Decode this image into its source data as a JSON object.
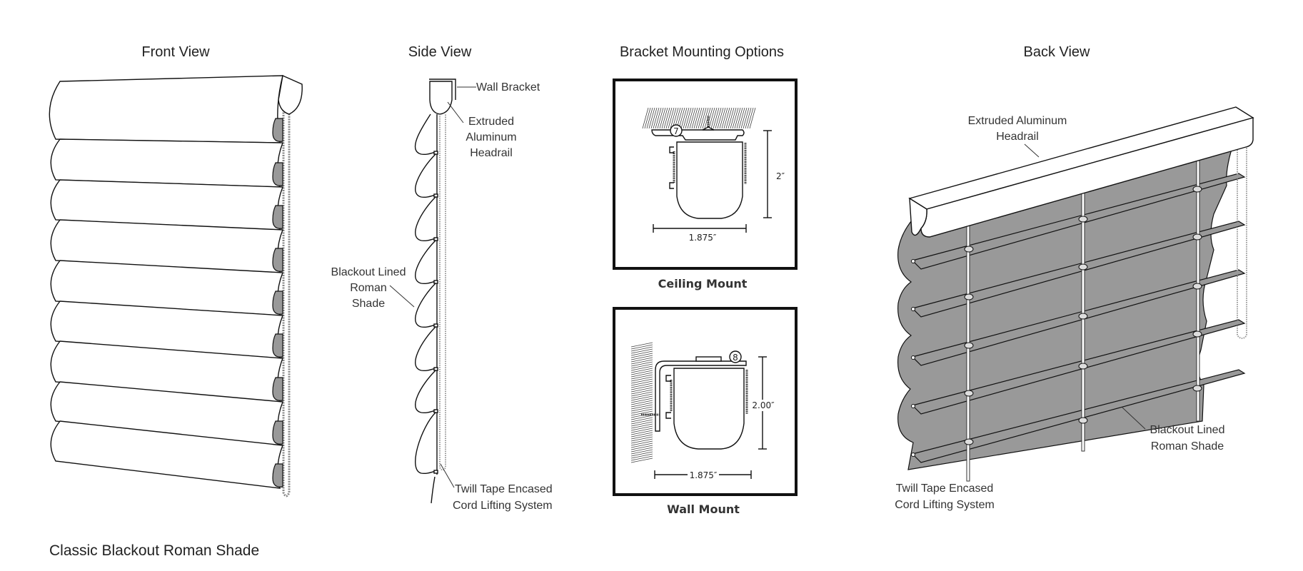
{
  "caption": "Classic Blackout Roman Shade",
  "views": {
    "front": {
      "title": "Front View",
      "panel_count": 9
    },
    "side": {
      "title": "Side View",
      "labels": {
        "wall_bracket": "Wall Bracket",
        "headrail": [
          "Extruded",
          "Aluminum",
          "Headrail"
        ],
        "shade": [
          "Blackout Lined",
          "Roman",
          "Shade"
        ],
        "cord": [
          "Twill Tape Encased",
          "Cord Lifting System"
        ]
      }
    },
    "brackets": {
      "title": "Bracket Mounting Options",
      "ceiling": {
        "caption": "Ceiling Mount",
        "badge": "7",
        "height_dim": "2″",
        "width_dim": "1.875″"
      },
      "wall": {
        "caption": "Wall Mount",
        "badge": "8",
        "height_dim": "2.00″",
        "width_dim": "1.875″"
      }
    },
    "back": {
      "title": "Back View",
      "labels": {
        "headrail": [
          "Extruded Aluminum",
          "Headrail"
        ],
        "shade": [
          "Blackout Lined",
          "Roman Shade"
        ],
        "cord": [
          "Twill Tape Encased",
          "Cord Lifting System"
        ]
      }
    }
  },
  "colors": {
    "fabric_gray": "#999999",
    "line": "#111111",
    "text": "#222222"
  }
}
